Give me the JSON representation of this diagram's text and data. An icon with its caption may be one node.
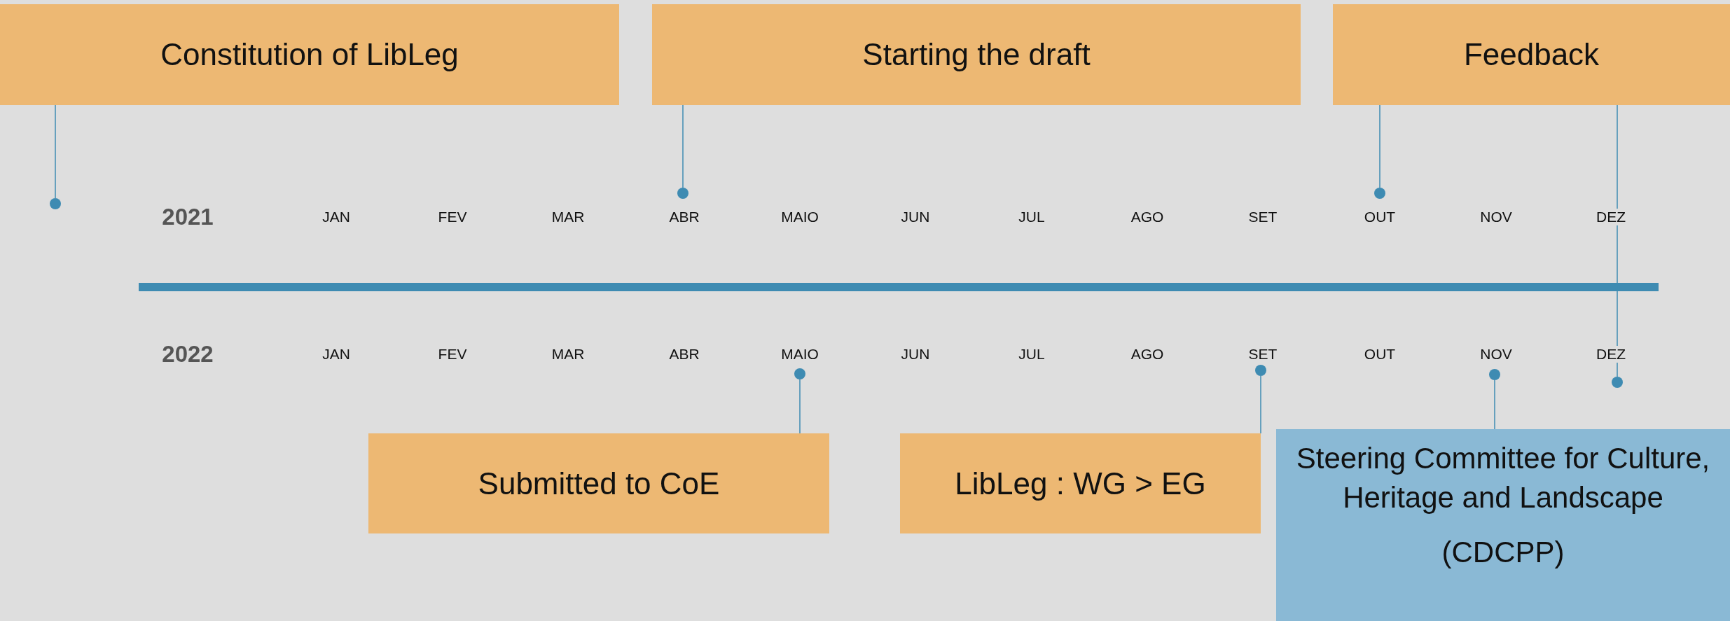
{
  "diagram": {
    "nodes": [
      {
        "text": [
          "Constitution of LibLeg"
        ]
      },
      {
        "text": [
          "Starting the draft"
        ]
      },
      {
        "text": [
          "Feedback"
        ]
      },
      {
        "text": [],
        "shape": "circle"
      },
      {
        "text": [],
        "shape": "circle"
      },
      {
        "text": [],
        "shape": "circle"
      },
      {
        "text": [],
        "shape": "circle"
      },
      {
        "text": [],
        "shape": "circle"
      },
      {
        "text": [],
        "shape": "circle"
      },
      {
        "text": [],
        "shape": "circle"
      },
      {
        "text": [
          "Submitted to CoE"
        ]
      },
      {
        "text": [
          "LibLeg : WG > EG"
        ]
      },
      {
        "text": [
          "Steering Committee for Culture, Heritage and Landscape",
          "(CDCPP)"
        ]
      }
    ],
    "edges": [
      {
        "from": 0,
        "to": 3,
        "arrow": "none"
      },
      {
        "from": 1,
        "to": 4,
        "arrow": "none"
      },
      {
        "from": 2,
        "to": 5,
        "arrow": "none"
      },
      {
        "from": 2,
        "to": 9,
        "arrow": "none"
      },
      {
        "from": 10,
        "to": 6,
        "arrow": "none"
      },
      {
        "from": 11,
        "to": 7,
        "arrow": "none"
      },
      {
        "from": 12,
        "to": 8,
        "arrow": "none"
      }
    ],
    "labels": [
      "2021",
      "JAN",
      "FEV",
      "MAR",
      "ABR",
      "MAIO",
      "JUN",
      "JUL",
      "AGO",
      "SET",
      "OUT",
      "NOV",
      "DEZ",
      "2022",
      "JAN",
      "FEV",
      "MAR",
      "ABR",
      "MAIO",
      "JUN",
      "JUL",
      "AGO",
      "SET",
      "OUT",
      "NOV",
      "DEZ"
    ]
  }
}
